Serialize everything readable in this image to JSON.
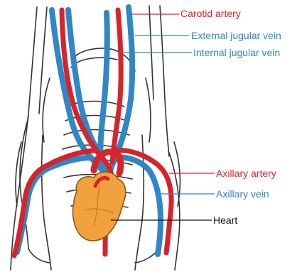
{
  "colors": {
    "artery": "#d9232a",
    "vein": "#2f86c8",
    "heart": "#f2a23c",
    "outline": "#333333",
    "heart_label": "#111111"
  },
  "labels": {
    "carotid_artery": "Carotid artery",
    "external_jugular_vein": "External jugular vein",
    "internal_jugular_vein": "Internal jugular vein",
    "axillary_artery": "Axillary artery",
    "axillary_vein": "Axillary vein",
    "heart": "Heart"
  }
}
